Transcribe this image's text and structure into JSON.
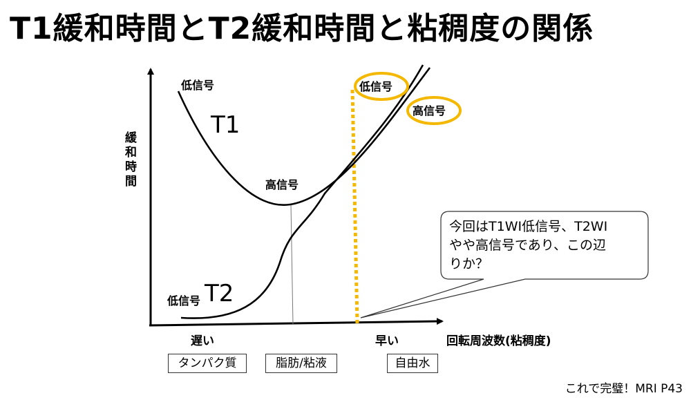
{
  "title": "T1緩和時間とT2緩和時間と粘稠度の関係",
  "y_axis_label": "緩和時間",
  "x_axis_label": "回転周波数(粘稠度)",
  "x_slow_label": "遅い",
  "x_fast_label": "早い",
  "curves": {
    "t1_name": "T1",
    "t2_name": "T2",
    "t1_left_signal": "低信号",
    "t1_bottom_signal": "高信号",
    "t2_left_signal": "低信号",
    "t1_right_signal": "低信号",
    "t2_right_signal": "高信号"
  },
  "categories": [
    "タンパク質",
    "脂肪/粘液",
    "自由水"
  ],
  "callout": {
    "lines": [
      "今回はT1WI低信号、T2WI",
      "やや高信号であり、この辺",
      "りか？"
    ]
  },
  "source": "これで完璧！MRI P43",
  "colors": {
    "highlight": "#f5b800",
    "curve": "#000000",
    "guide": "#777777"
  }
}
